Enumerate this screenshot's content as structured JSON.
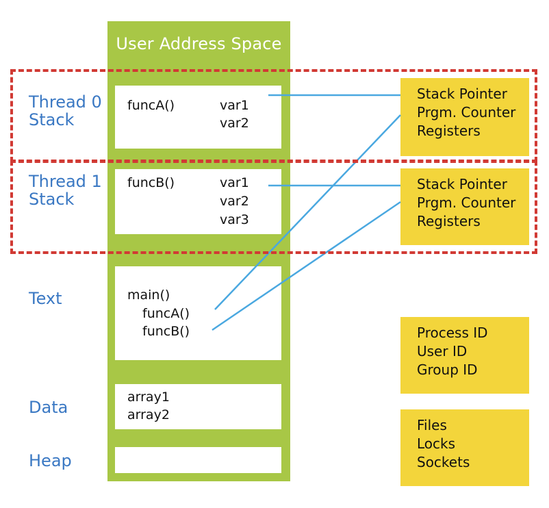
{
  "column_title": "User Address Space",
  "segments": {
    "thread0_label": [
      "Thread 0",
      "Stack"
    ],
    "thread1_label": [
      "Thread 1",
      "Stack"
    ],
    "text_label": "Text",
    "data_label": "Data",
    "heap_label": "Heap"
  },
  "thread0": {
    "func": "funcA()",
    "vars": [
      "var1",
      "var2"
    ]
  },
  "thread1": {
    "func": "funcB()",
    "vars": [
      "var1",
      "var2",
      "var3"
    ]
  },
  "text_box": {
    "lines": [
      "main()",
      "funcA()",
      "funcB()"
    ]
  },
  "data_box": {
    "lines": [
      "array1",
      "array2"
    ]
  },
  "thread0_context": [
    "Stack Pointer",
    "Prgm. Counter",
    "Registers"
  ],
  "thread1_context": [
    "Stack Pointer",
    "Prgm. Counter",
    "Registers"
  ],
  "process_ids": [
    "Process ID",
    "User ID",
    "Group ID"
  ],
  "resources": [
    "Files",
    "Locks",
    "Sockets"
  ],
  "colors": {
    "column": "#a8c746",
    "label_blue": "#3a78c3",
    "connector": "#4aa8e0",
    "dashed_border": "#d13a34",
    "yellow_box": "#f3d53b"
  }
}
